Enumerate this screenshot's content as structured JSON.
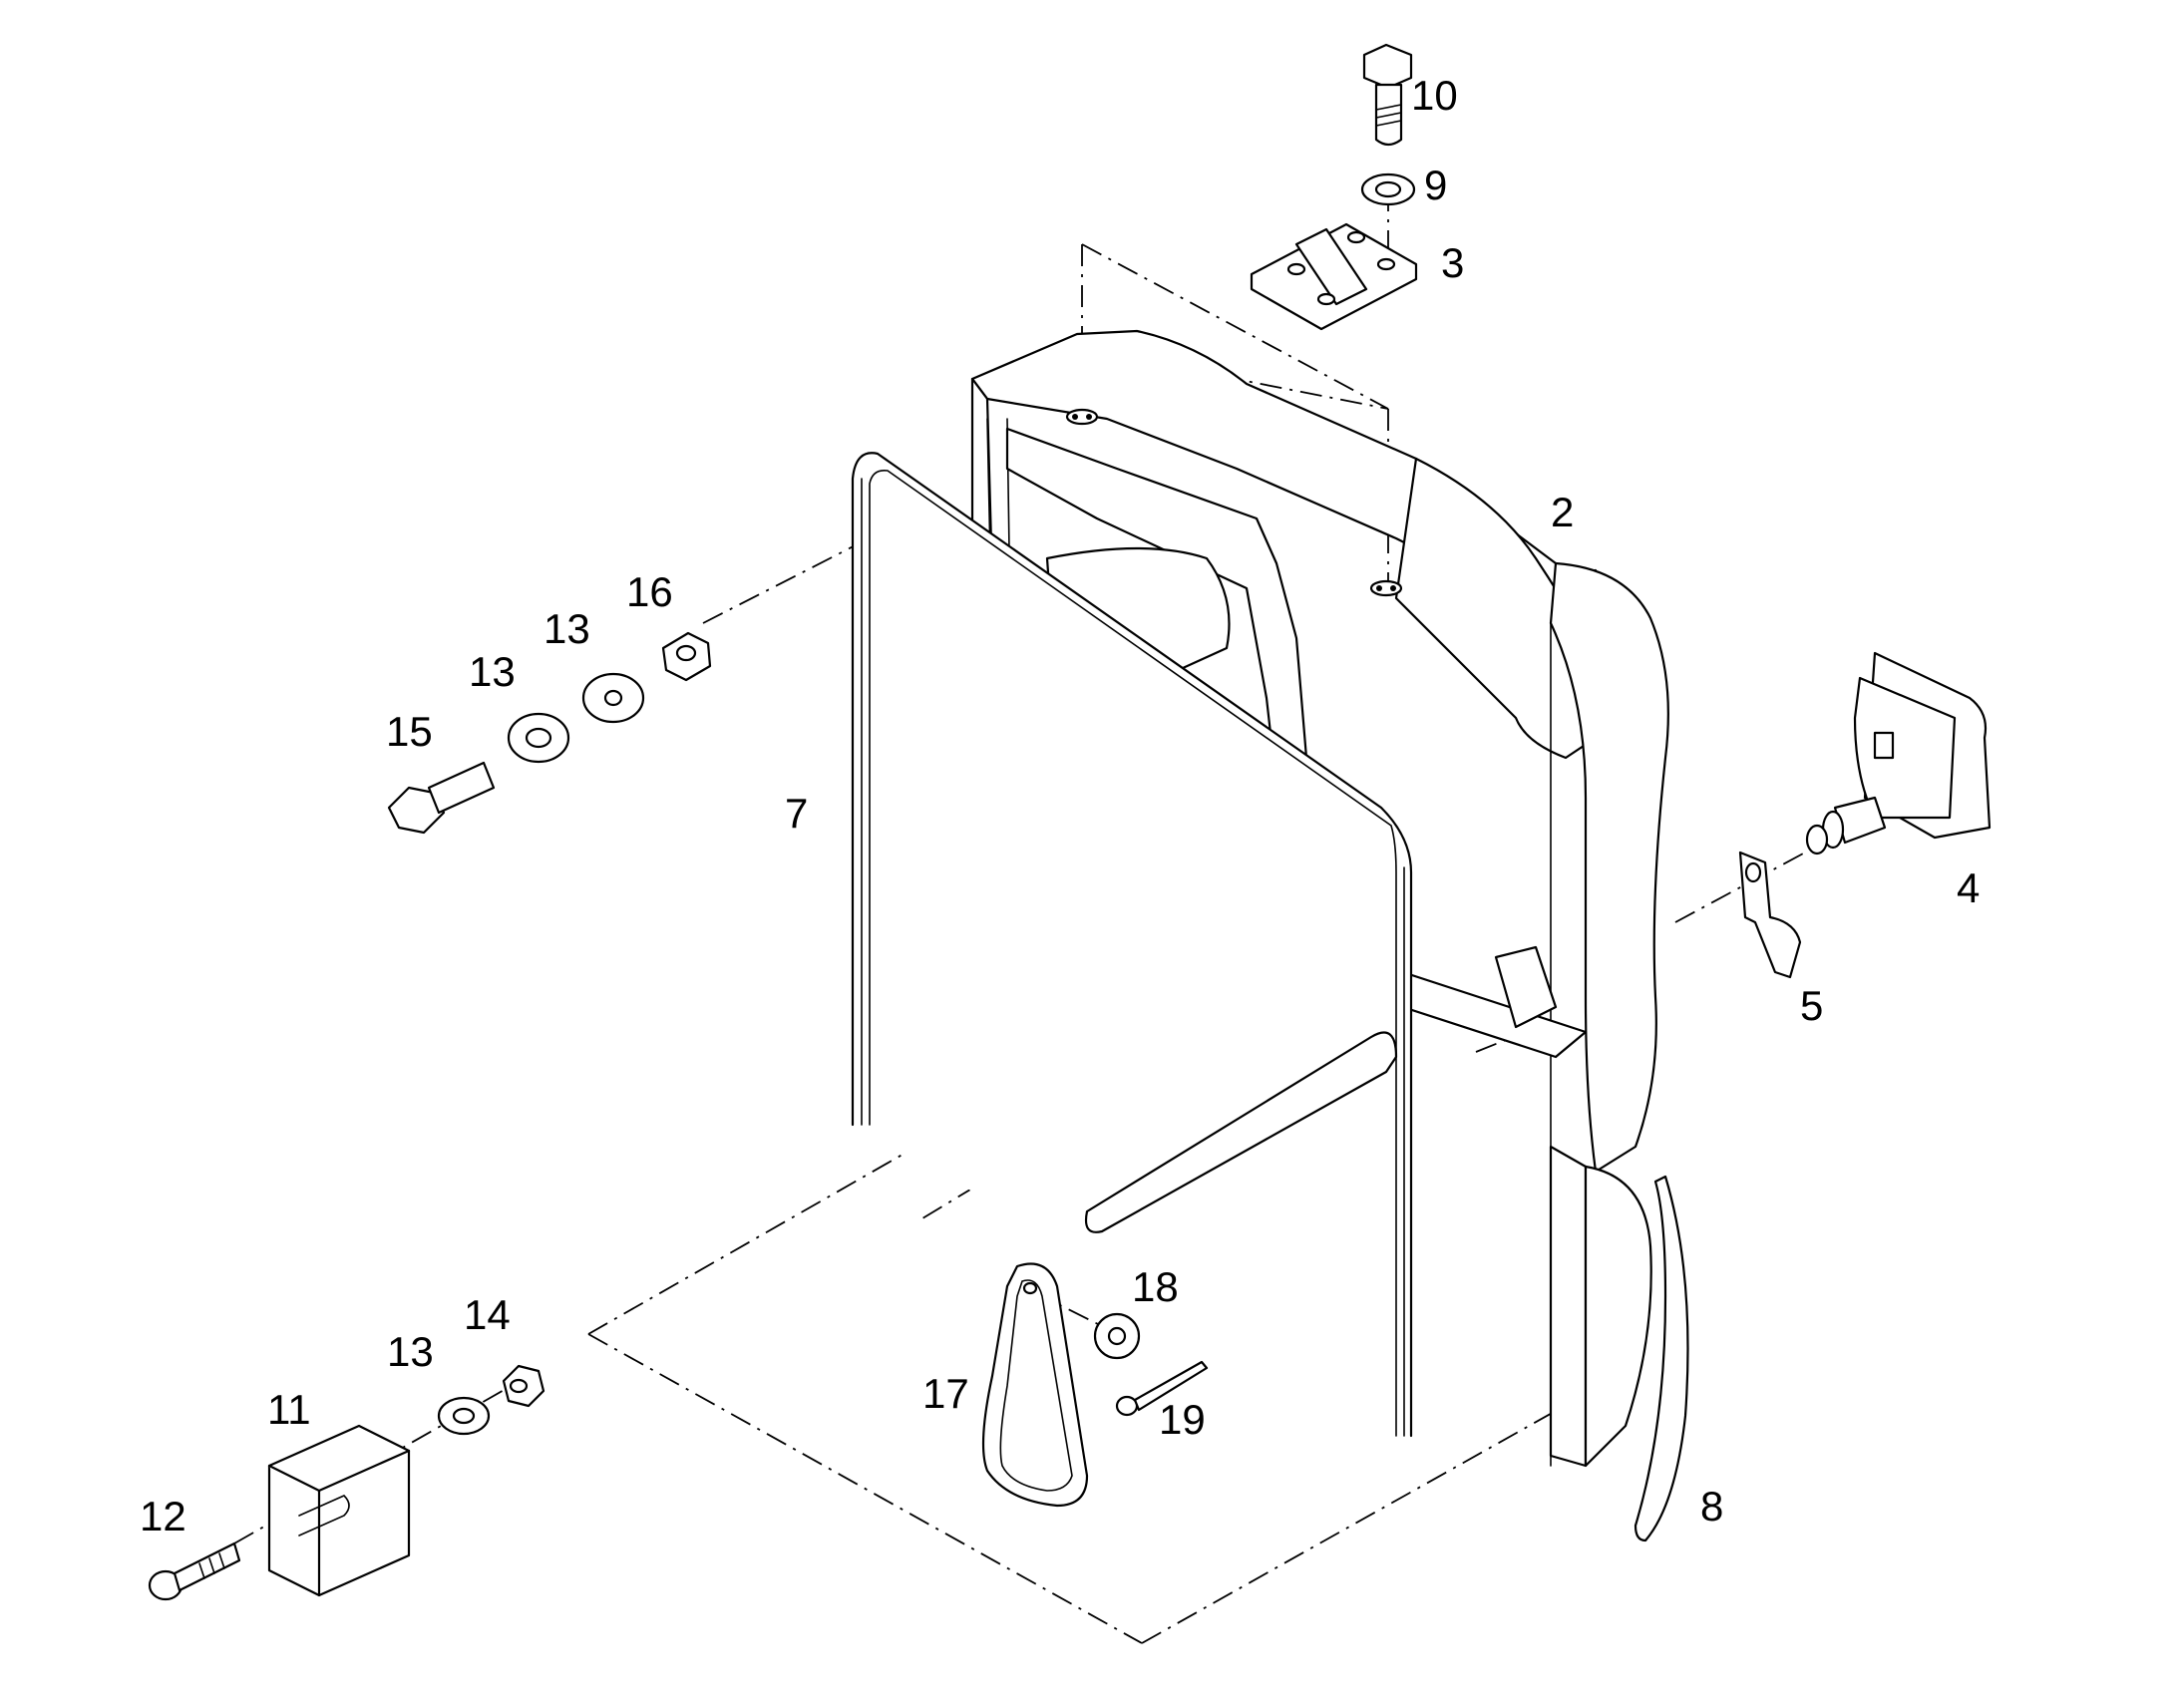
{
  "callouts": {
    "c2": "2",
    "c3": "3",
    "c4": "4",
    "c5": "5",
    "c7": "7",
    "c8": "8",
    "c9": "9",
    "c10": "10",
    "c11": "11",
    "c12": "12",
    "c13a": "13",
    "c13b": "13",
    "c13c": "13",
    "c14": "14",
    "c15": "15",
    "c16": "16",
    "c17": "17",
    "c18": "18",
    "c19": "19"
  }
}
